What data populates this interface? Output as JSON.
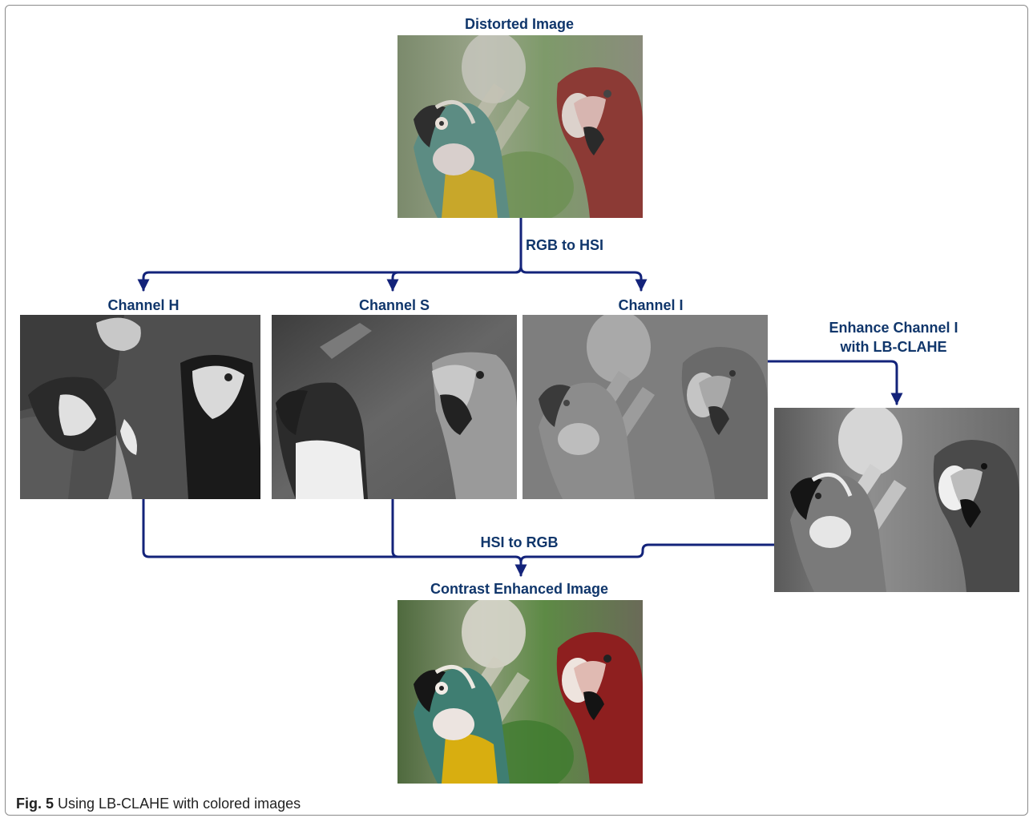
{
  "labels": {
    "distorted": "Distorted Image",
    "rgb_to_hsi": "RGB to HSI",
    "channel_h": "Channel H",
    "channel_s": "Channel S",
    "channel_i": "Channel I",
    "enhance_line1": "Enhance Channel I",
    "enhance_line2": "with LB-CLAHE",
    "hsi_to_rgb": "HSI to RGB",
    "enhanced": "Contrast Enhanced Image"
  },
  "caption": {
    "figure_label": "Fig. 5",
    "text": "Using LB-CLAHE with colored images"
  },
  "colors": {
    "arrow": "#13237a",
    "label": "#10366b"
  }
}
